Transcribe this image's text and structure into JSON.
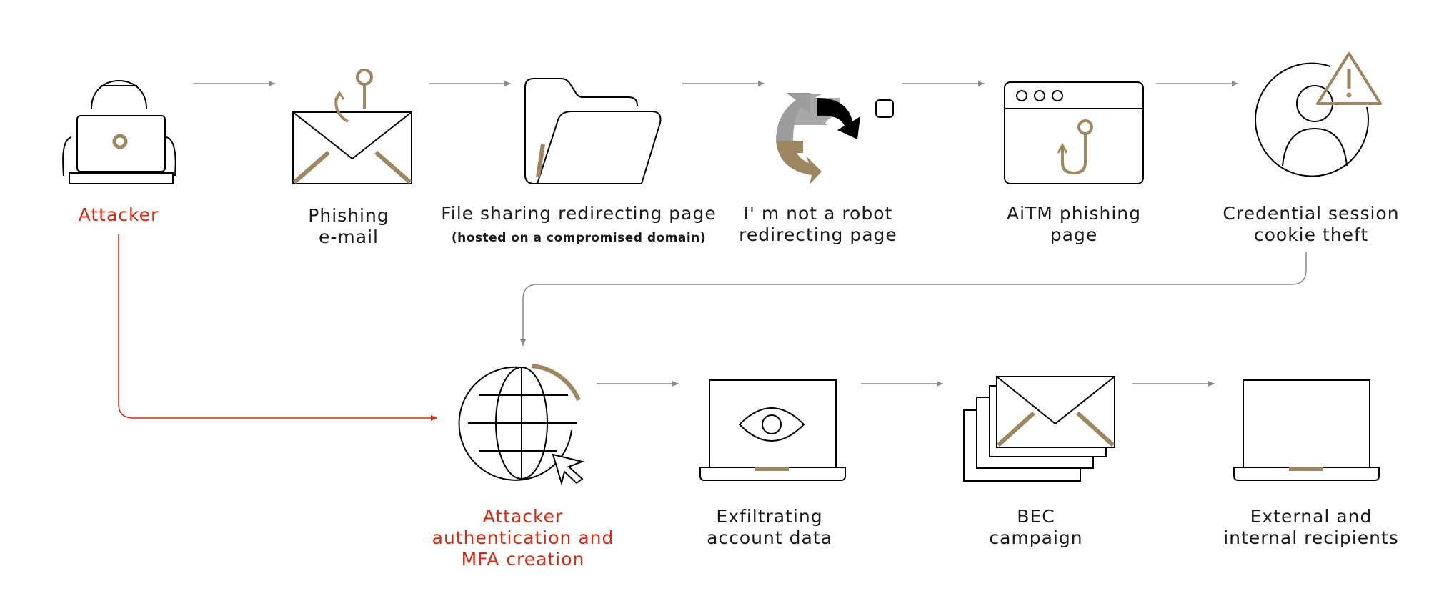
{
  "colors": {
    "accent": "#9c8761",
    "attacker": "#d42b12",
    "line": "#000000",
    "arrow": "#8c8c8c"
  },
  "nodes": {
    "attacker": {
      "label": "Attacker",
      "icon": "hooded-hacker-laptop-icon"
    },
    "phishing_email": {
      "line1": "Phishing",
      "line2": "e-mail",
      "icon": "envelope-hook-icon"
    },
    "file_sharing": {
      "line1": "File sharing redirecting page",
      "line2": "(hosted on a compromised domain)",
      "icon": "folder-icon"
    },
    "not_robot": {
      "line1": "I' m not a robot",
      "line2": "redirecting page",
      "icon": "captcha-icon"
    },
    "aitm": {
      "line1": "AiTM phishing",
      "line2": "page",
      "icon": "browser-hook-icon"
    },
    "cookie_theft": {
      "line1": "Credential session",
      "line2": "cookie theft",
      "icon": "user-warning-icon"
    },
    "attacker_auth": {
      "line1": "Attacker",
      "line2": "authentication and",
      "line3": "MFA creation",
      "icon": "globe-cursor-icon"
    },
    "exfiltration": {
      "line1": "Exfiltrating",
      "line2": "account data",
      "icon": "laptop-eye-icon"
    },
    "bec": {
      "line1": "BEC",
      "line2": "campaign",
      "icon": "stacked-envelopes-icon"
    },
    "recipients": {
      "line1": "External and",
      "line2": "internal recipients",
      "icon": "laptop-icon"
    }
  }
}
